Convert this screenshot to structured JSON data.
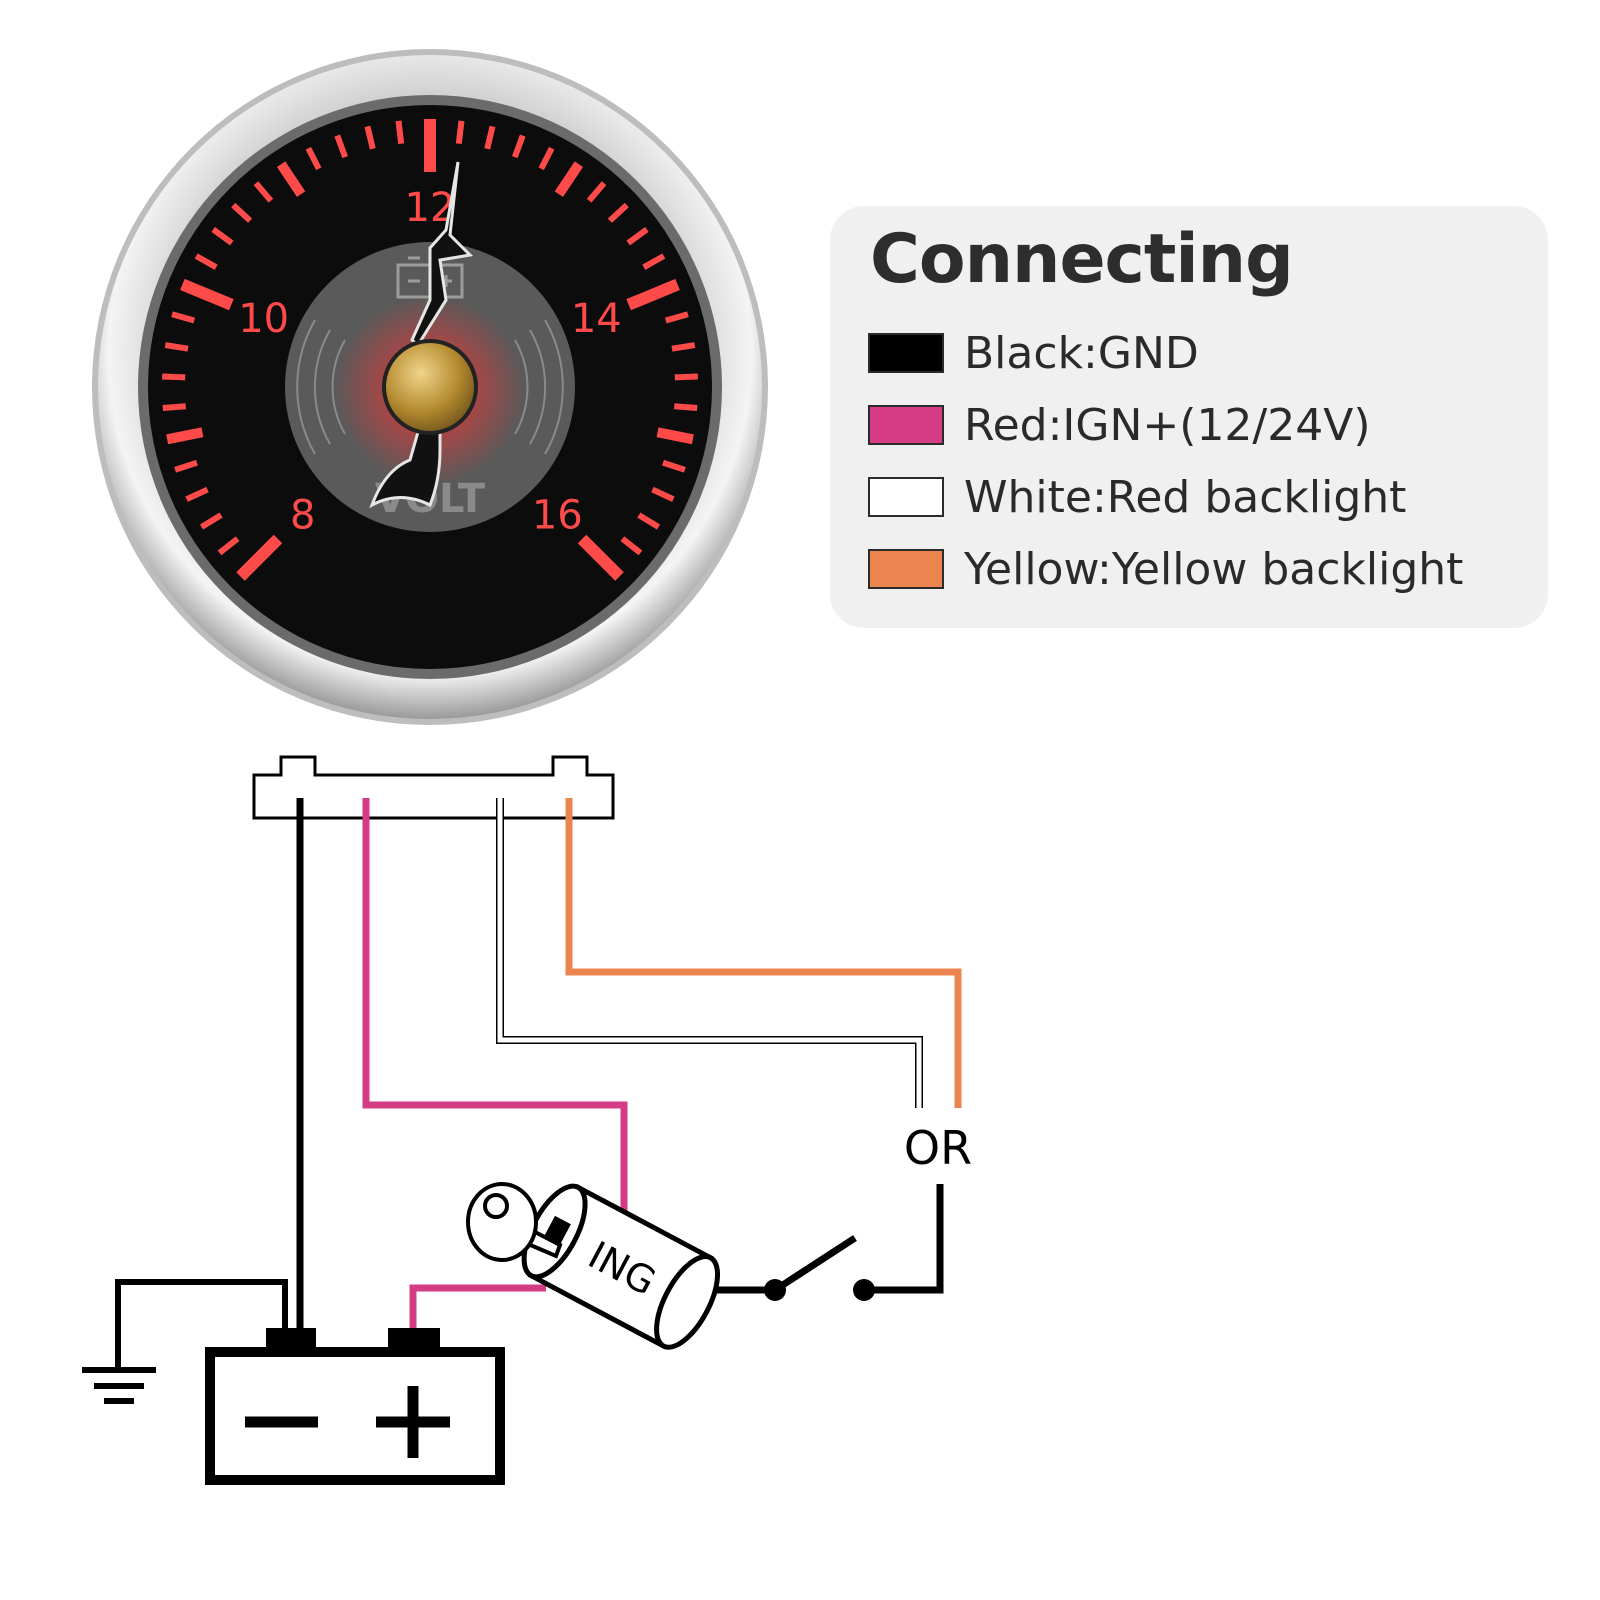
{
  "gauge": {
    "scale_labels": [
      "8",
      "10",
      "12",
      "14",
      "16"
    ],
    "unit_text": "VOLT",
    "icon": "battery-icon",
    "colors": {
      "tick": "#ff4a4a",
      "face": "#0c0c0c",
      "bezel": "#d9d9d9",
      "hub": "#b3892e"
    }
  },
  "legend": {
    "title": "Connecting",
    "items": [
      {
        "label": "Black:GND",
        "color": "#000000"
      },
      {
        "label": "Red:IGN+(12/24V)",
        "color": "#d63c86"
      },
      {
        "label": "White:Red backlight",
        "color": "#ffffff"
      },
      {
        "label": "Yellow:Yellow backlight",
        "color": "#ec8450"
      }
    ]
  },
  "wiring": {
    "or_label": "OR",
    "ignition_label": "ING",
    "battery_minus": "−",
    "battery_plus": "+",
    "wire_colors": {
      "black": "#000000",
      "red": "#d63c86",
      "white": "#ffffff",
      "orange": "#ec8450"
    }
  }
}
